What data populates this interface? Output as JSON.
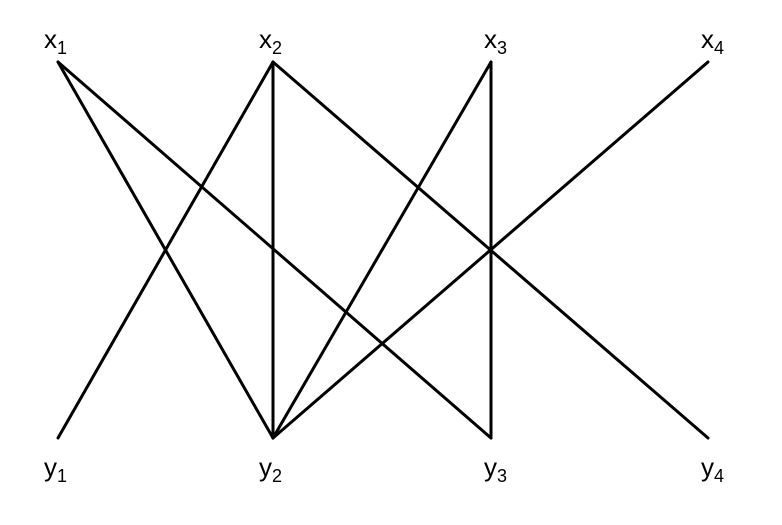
{
  "graph": {
    "top_nodes": [
      {
        "id": "x1",
        "base": "x",
        "sub": "1"
      },
      {
        "id": "x2",
        "base": "x",
        "sub": "2"
      },
      {
        "id": "x3",
        "base": "x",
        "sub": "3"
      },
      {
        "id": "x4",
        "base": "x",
        "sub": "4"
      }
    ],
    "bottom_nodes": [
      {
        "id": "y1",
        "base": "y",
        "sub": "1"
      },
      {
        "id": "y2",
        "base": "y",
        "sub": "2"
      },
      {
        "id": "y3",
        "base": "y",
        "sub": "3"
      },
      {
        "id": "y4",
        "base": "y",
        "sub": "4"
      }
    ],
    "edges": [
      {
        "from": "x1",
        "to": "y2"
      },
      {
        "from": "x1",
        "to": "y3"
      },
      {
        "from": "x2",
        "to": "y1"
      },
      {
        "from": "x2",
        "to": "y2"
      },
      {
        "from": "x2",
        "to": "y4"
      },
      {
        "from": "x3",
        "to": "y2"
      },
      {
        "from": "x3",
        "to": "y3"
      },
      {
        "from": "x4",
        "to": "y2"
      }
    ],
    "line_color": "#000000"
  }
}
